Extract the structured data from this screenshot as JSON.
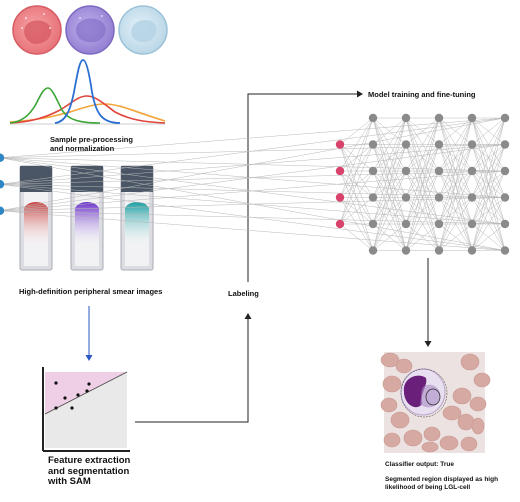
{
  "labels": {
    "preprocessing": "Sample pre-processing\nand normalization",
    "smear_images": "High-definition peripheral smear images",
    "labeling": "Labeling",
    "model_training": "Model training and fine-tuning",
    "feature_extraction": "Feature extraction\nand segmentation\nwith SAM",
    "classifier_output": "Classifier output: True",
    "segmented_region": "Segmented region displayed as high\nlikelihood of being LGL-cell"
  },
  "colors": {
    "cell_red": "#e8747a",
    "cell_purple": "#9b86d6",
    "cell_blue": "#bcd8e8",
    "curve_green": "#3aa636",
    "curve_blue": "#2a6fd1",
    "curve_red": "#e0443a",
    "curve_orange": "#f2a53a",
    "input_node": "#d9436b",
    "hidden_node": "#8a8a8a",
    "output_node": "#2f86c4",
    "arrow": "#222222"
  },
  "network": {
    "input_nodes": 4,
    "hidden_layers": [
      6,
      6,
      6,
      6,
      6
    ],
    "output_nodes": 3
  }
}
